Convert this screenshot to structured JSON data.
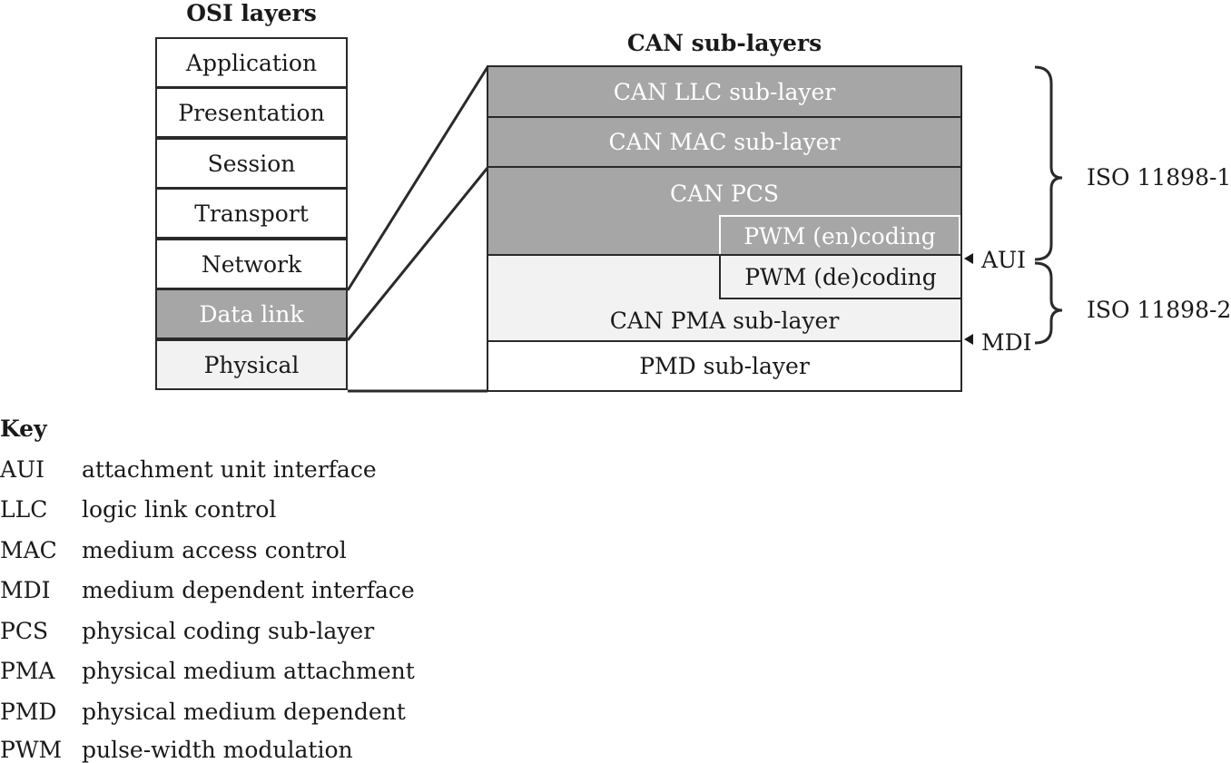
{
  "osi": {
    "title": "OSI layers",
    "layers": [
      "Application",
      "Presentation",
      "Session",
      "Transport",
      "Network",
      "Data link",
      "Physical"
    ]
  },
  "can": {
    "title": "CAN sub-layers",
    "llc": "CAN LLC sub-layer",
    "mac": "CAN MAC sub-layer",
    "pcs": "CAN PCS",
    "pwm_en": "PWM (en)coding",
    "pwm_de": "PWM (de)coding",
    "pma": "CAN PMA sub-layer",
    "pmd": "PMD sub-layer"
  },
  "interfaces": {
    "aui": "AUI",
    "mdi": "MDI"
  },
  "standards": {
    "part1": "ISO 11898-1",
    "part2": "ISO 11898-2"
  },
  "key": {
    "title": "Key",
    "entries": [
      {
        "abbr": "AUI",
        "def": "attachment unit interface"
      },
      {
        "abbr": "LLC",
        "def": "logic link control"
      },
      {
        "abbr": "MAC",
        "def": "medium access control"
      },
      {
        "abbr": "MDI",
        "def": "medium dependent interface"
      },
      {
        "abbr": "PCS",
        "def": "physical coding sub-layer"
      },
      {
        "abbr": "PMA",
        "def": "physical medium attachment"
      },
      {
        "abbr": "PMD",
        "def": "physical medium dependent"
      },
      {
        "abbr": "PWM",
        "def": "pulse-width modulation"
      }
    ]
  },
  "colors": {
    "dark_fill": "#a6a6a6",
    "light_fill": "#f2f2f2",
    "line": "#2a2a2a"
  }
}
